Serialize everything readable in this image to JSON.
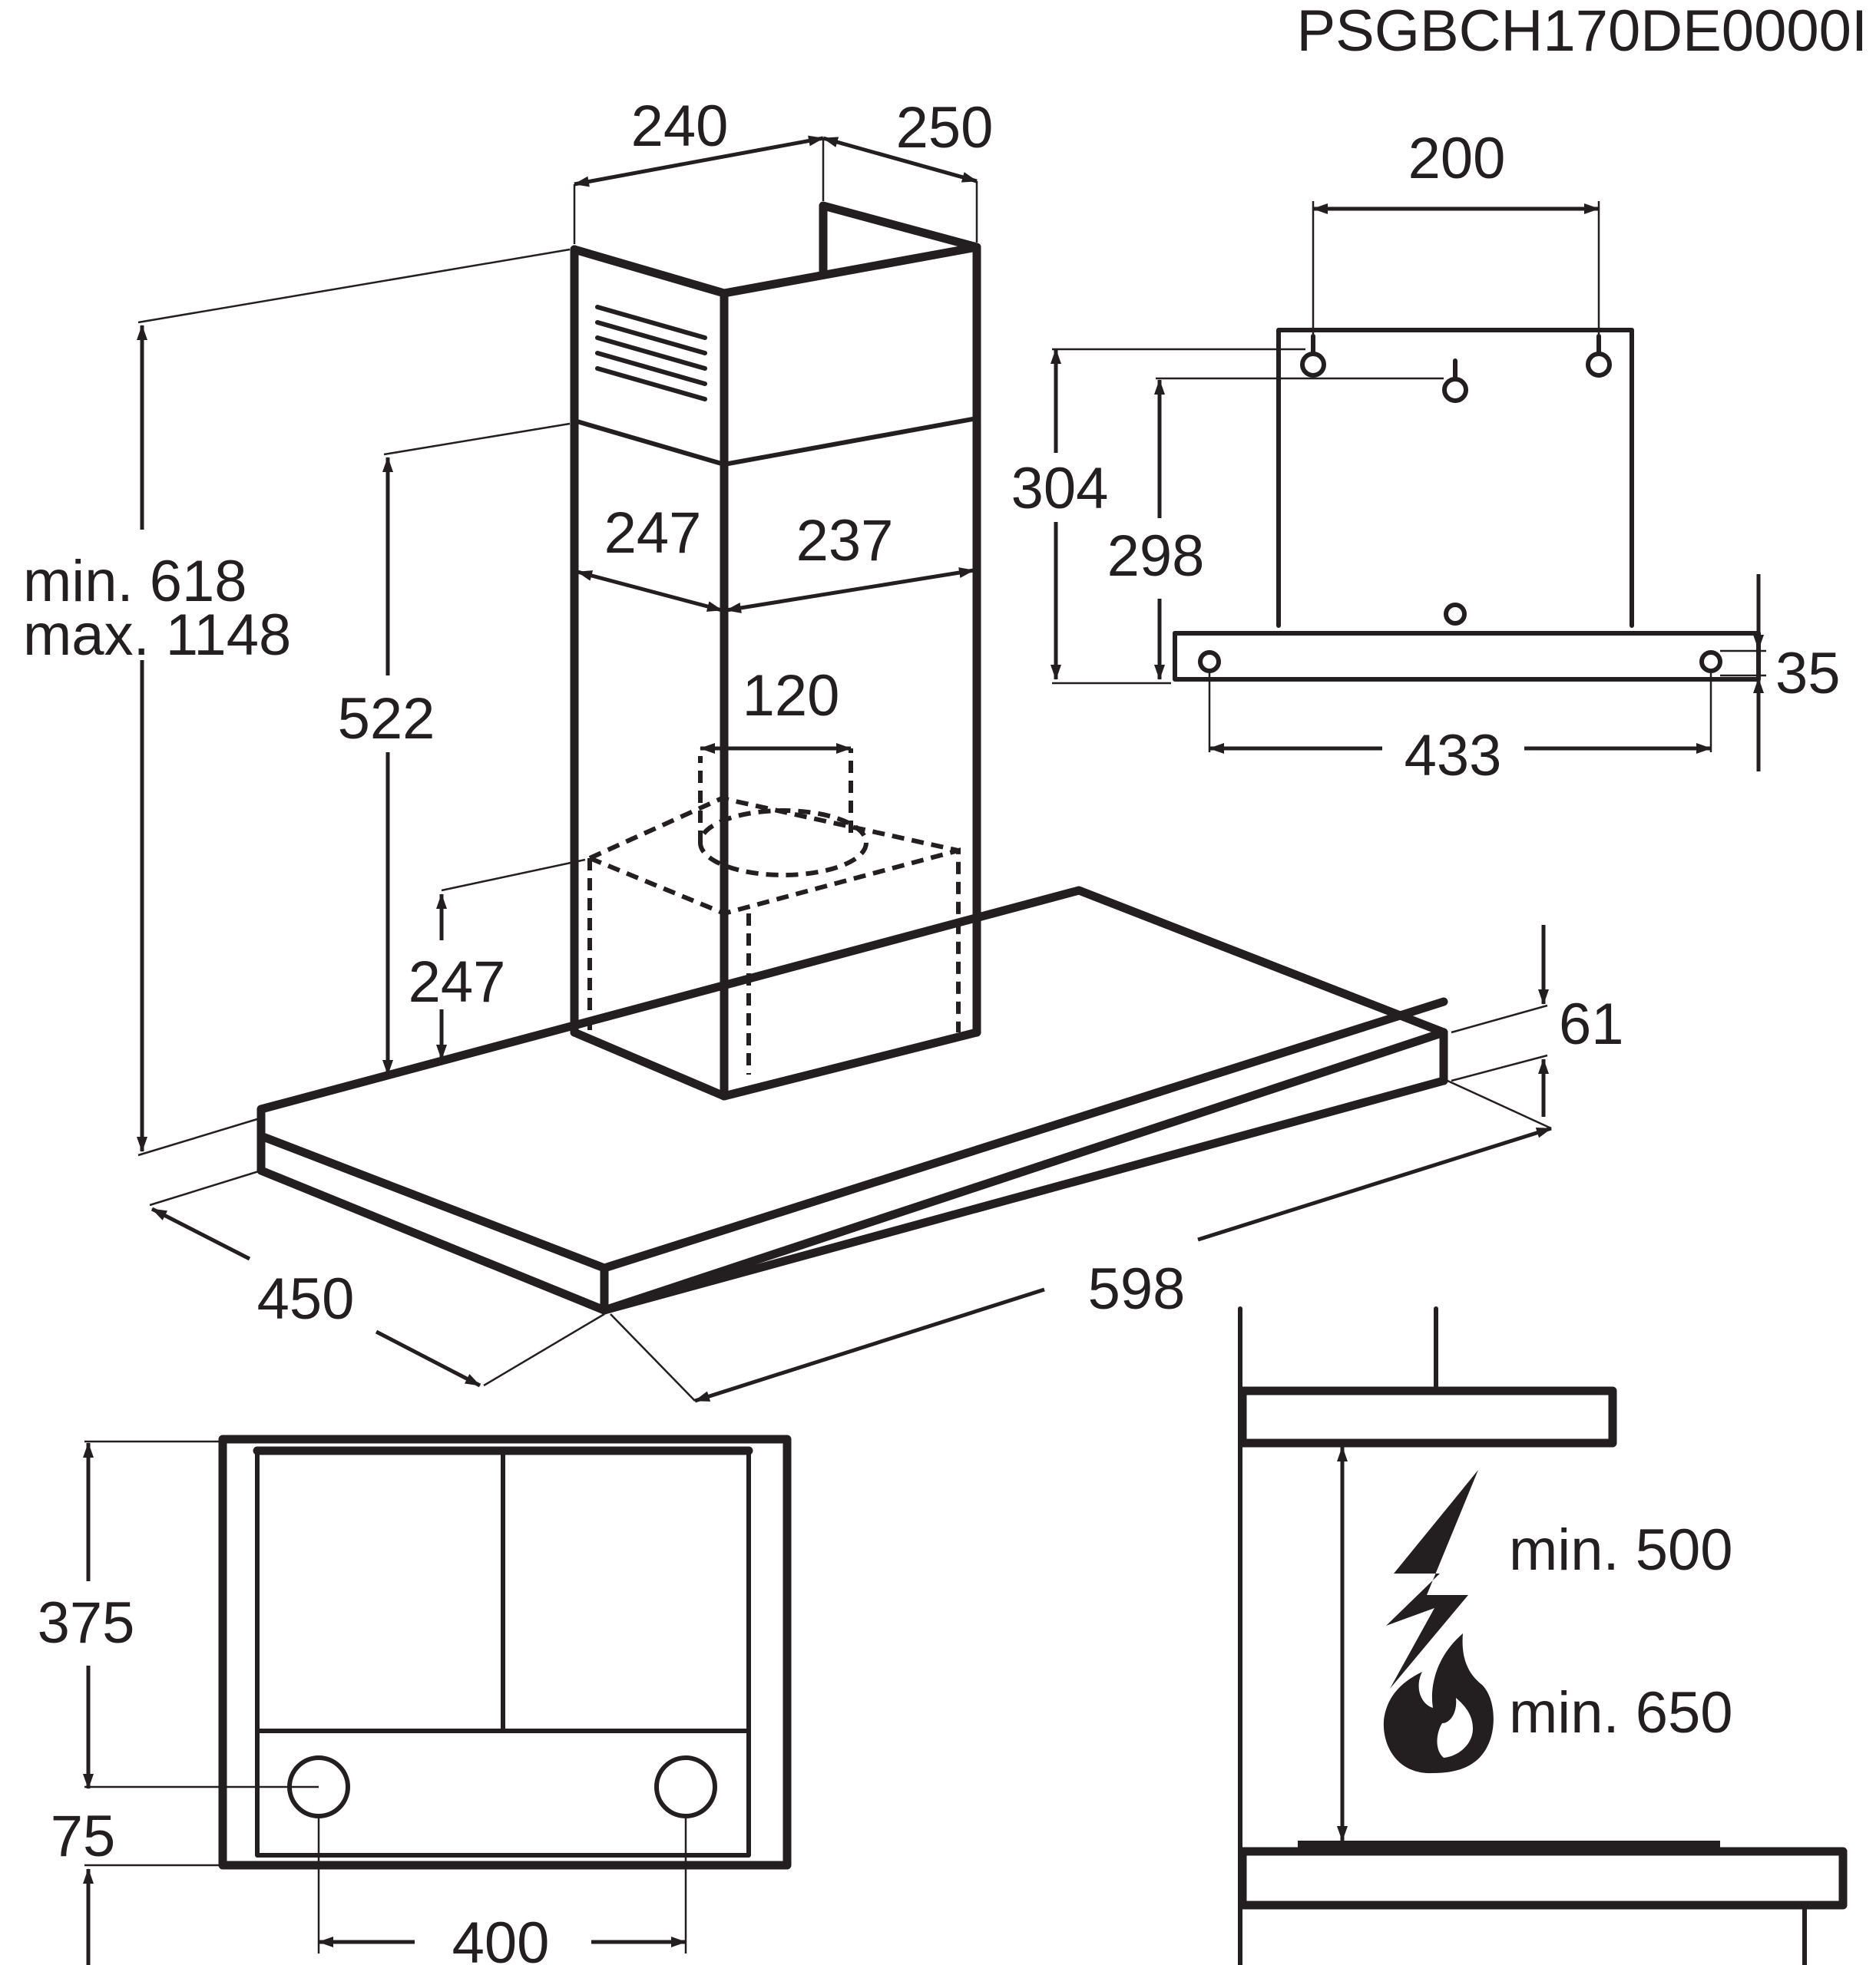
{
  "model_code": "PSGBCH170DE0000I",
  "main_view": {
    "chimney_width": "240",
    "chimney_depth": "250",
    "height_range_min": "min. 618",
    "height_range_max": "max. 1148",
    "lower_chimney_height": "522",
    "inner_width": "247",
    "inner_depth": "237",
    "outlet_diameter": "120",
    "box_height": "247",
    "hood_depth": "450",
    "hood_width": "598",
    "hood_thickness": "61"
  },
  "bracket_view": {
    "hole_spacing": "200",
    "height_outer": "304",
    "height_inner": "298",
    "bottom_hole_spacing": "433",
    "offset": "35"
  },
  "bottom_view": {
    "depth": "375",
    "hole_offset": "75",
    "hole_spacing": "400"
  },
  "clearance_view": {
    "electric_clearance": "min. 500",
    "gas_clearance": "min. 650"
  },
  "icons": [
    "lightning-icon",
    "flame-icon"
  ]
}
